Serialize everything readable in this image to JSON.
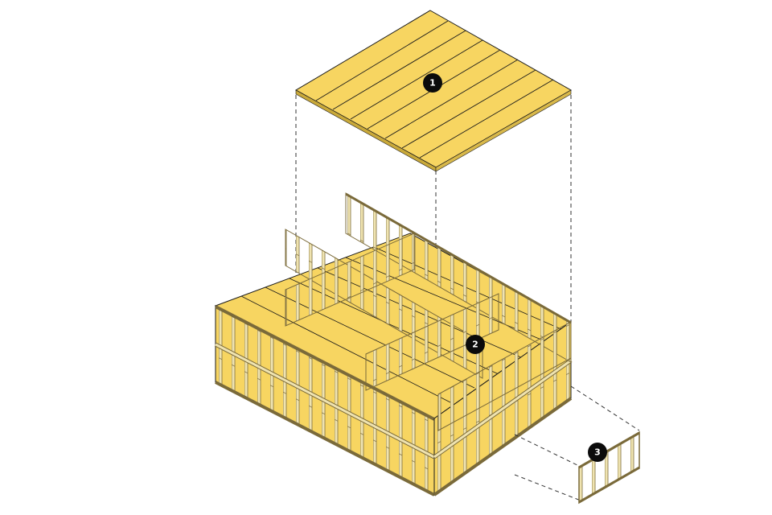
{
  "diagram": {
    "type": "exploded isometric platform-frame construction",
    "colors": {
      "floor_fill": "#f7d561",
      "floor_edge": "#c9a93a",
      "stud_fill": "#efe3b0",
      "stud_edge": "#7a6a3a",
      "line": "#1a1a1a",
      "badge": "#0b0b0b",
      "badge_text": "#ffffff",
      "dashed": "#333333"
    },
    "callouts": [
      {
        "id": "1",
        "label": "1",
        "part": "top-floor-deck"
      },
      {
        "id": "2",
        "label": "2",
        "part": "framed-walls-and-floors"
      },
      {
        "id": "3",
        "label": "3",
        "part": "wall-panel"
      }
    ]
  }
}
